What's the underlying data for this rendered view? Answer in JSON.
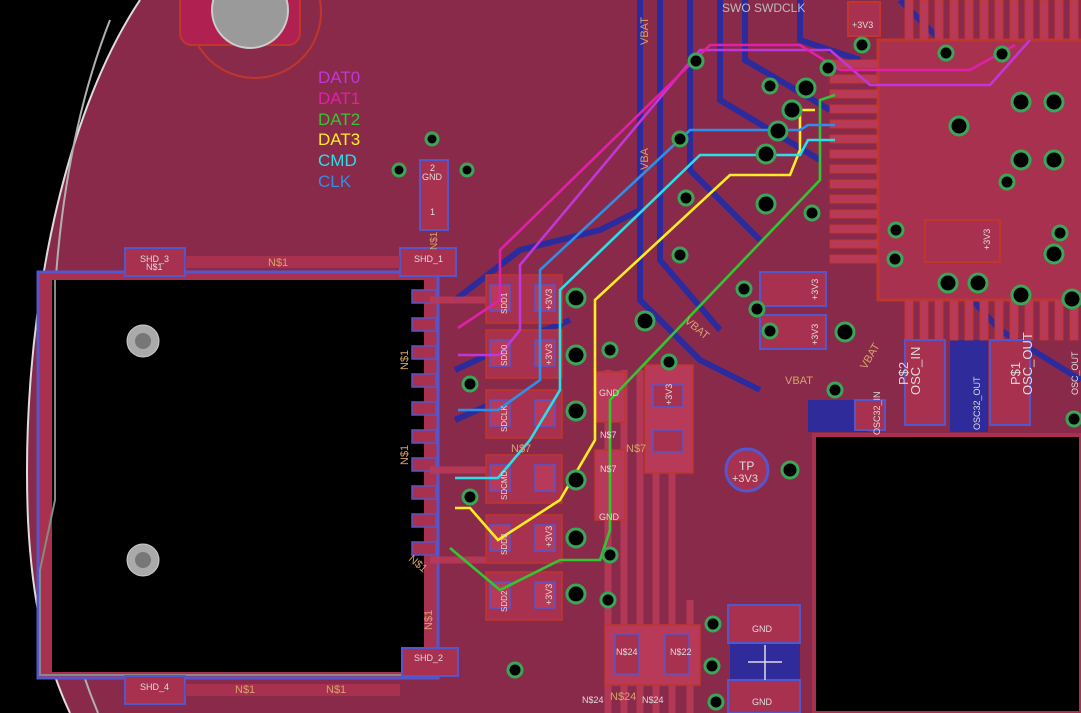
{
  "colors": {
    "board": "#8a2a4a",
    "top_copper": "#a8314f",
    "bottom_copper": "#2b2b9e",
    "silk": "#d6a36b",
    "via_ring": "#3aa657",
    "black_part": "#000000",
    "dat0": "#c235d6",
    "dat1": "#e020a8",
    "dat2": "#30c830",
    "dat3": "#ffee22",
    "cmd": "#28e0e8",
    "clk": "#2f8fe6"
  },
  "legend": [
    {
      "key": "dat0",
      "label": "DAT0"
    },
    {
      "key": "dat1",
      "label": "DAT1"
    },
    {
      "key": "dat2",
      "label": "DAT2"
    },
    {
      "key": "dat3",
      "label": "DAT3"
    },
    {
      "key": "cmd",
      "label": "CMD"
    },
    {
      "key": "clk",
      "label": "CLK"
    }
  ],
  "silk_labels": {
    "swo_swdclk": "SWO SWDCLK",
    "vbat": "VBAT",
    "vba": "VBA",
    "shd1": "SHD_1",
    "shd2": "SHD_2",
    "shd3": "SHD_3",
    "shd4": "SHD_4",
    "n1": "N$1",
    "n7": "N$7",
    "n22": "N$22",
    "n24": "N$24",
    "gnd": "GND",
    "v33": "+3V3",
    "tp": "TP",
    "osc_in": "OSC_IN",
    "osc_out": "OSC_OUT",
    "osc32_in": "OSC32_IN",
    "osc32_out": "OSC32_OUT",
    "p2": "P$2",
    "p1": "P$1",
    "pin1": "1",
    "pin2": "2",
    "sdcmd": "SDCMD",
    "sdclk": "SDCLK",
    "sdd0": "SDD0",
    "sdd1": "SDD1",
    "sdd2": "SDD2",
    "sdd3": "SDD3"
  }
}
